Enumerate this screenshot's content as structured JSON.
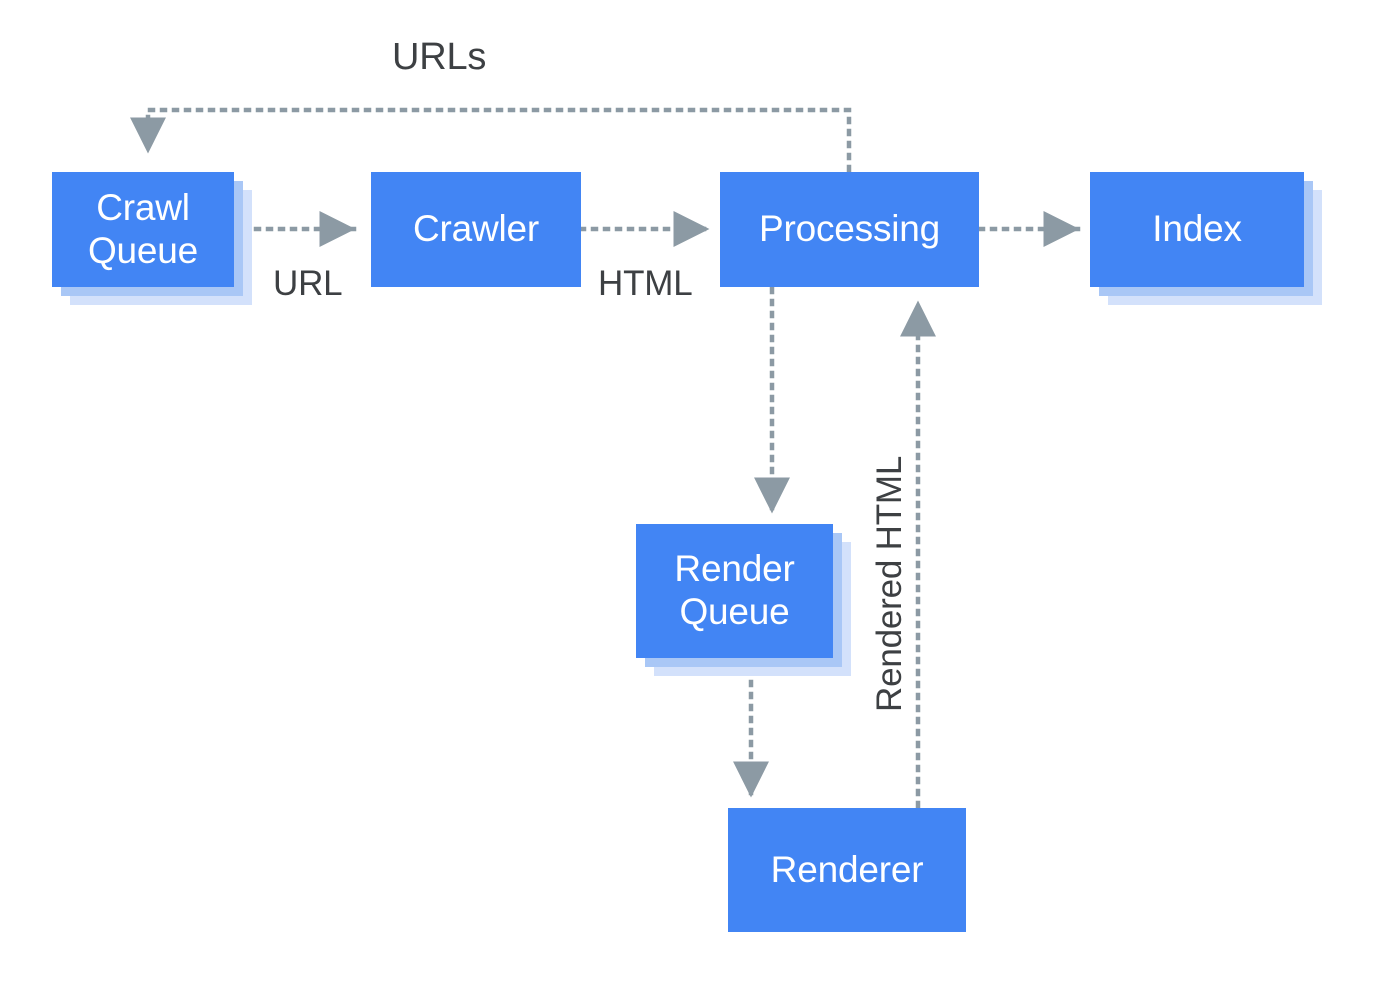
{
  "diagram": {
    "title_label": "URLs",
    "nodes": [
      {
        "id": "crawl-queue",
        "label": "Crawl\nQueue",
        "type": "queue",
        "color": "#4285f4"
      },
      {
        "id": "crawler",
        "label": "Crawler",
        "type": "process",
        "color": "#4285f4"
      },
      {
        "id": "processing",
        "label": "Processing",
        "type": "process",
        "color": "#4285f4"
      },
      {
        "id": "index",
        "label": "Index",
        "type": "store",
        "color": "#4285f4"
      },
      {
        "id": "render-queue",
        "label": "Render\nQueue",
        "type": "queue",
        "color": "#4285f4"
      },
      {
        "id": "renderer",
        "label": "Renderer",
        "type": "process",
        "color": "#4285f4"
      }
    ],
    "edges": [
      {
        "id": "crawl-queue-to-crawler",
        "from": "crawl-queue",
        "to": "crawler",
        "label": "URL"
      },
      {
        "id": "crawler-to-processing",
        "from": "crawler",
        "to": "processing",
        "label": "HTML"
      },
      {
        "id": "processing-to-index",
        "from": "processing",
        "to": "index",
        "label": ""
      },
      {
        "id": "processing-to-crawl-queue",
        "from": "processing",
        "to": "crawl-queue",
        "label": "URLs"
      },
      {
        "id": "processing-to-render-queue",
        "from": "processing",
        "to": "render-queue",
        "label": ""
      },
      {
        "id": "render-queue-to-renderer",
        "from": "render-queue",
        "to": "renderer",
        "label": ""
      },
      {
        "id": "renderer-to-processing",
        "from": "renderer",
        "to": "processing",
        "label": "Rendered HTML"
      }
    ],
    "colors": {
      "node_fill": "#4285f4",
      "node_text": "#ffffff",
      "stack_mid": "#a9c7f6",
      "stack_back": "#d3e1fb",
      "edge": "#8c9aa4",
      "label_text": "#3d4043",
      "background": "#ffffff"
    }
  }
}
